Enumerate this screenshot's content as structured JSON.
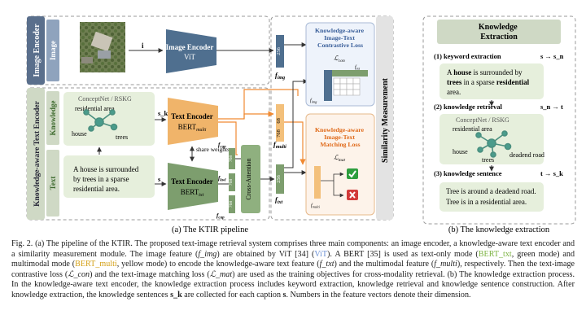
{
  "figure": {
    "left_panel": {
      "image_encoder_band": "Image Encoder",
      "image_row_label": "Image",
      "image_symbol": "i",
      "image_encoder_title": "Image Encoder",
      "image_encoder_sub": "ViT",
      "ka_text_encoder_band": "Knowledge-aware Text Encoder",
      "knowledge_row_label": "Knowledge",
      "text_row_label": "Text",
      "kg_source": "ConceptNet / RSKG",
      "kg_node_residential": "residential area",
      "kg_node_house": "house",
      "kg_node_trees": "trees",
      "knowledge_symbol": "s_k ⊕ s",
      "text_symbol": "s",
      "caption_text": "A house is surrounded by trees in a sparse residential area.",
      "multi_encoder_title": "Text Encoder",
      "multi_encoder_sub": "BERT",
      "multi_encoder_sub_idx": "multi",
      "share_weights": "share weights",
      "txt_encoder_title": "Text Encoder",
      "txt_encoder_sub": "BERT",
      "txt_encoder_sub_idx": "txt",
      "cross_attention": "Cross-Attention",
      "f_img": "f",
      "f_img_idx": "img",
      "f_multi": "f",
      "f_multi_idx": "multi",
      "f_txt": "f",
      "f_txt_idx": "txt",
      "f_cap": "f",
      "f_cap_idx": "cap",
      "f_kwl": "f",
      "f_kwl_idx": "kwl",
      "dim_256": "256",
      "dim_768": "768",
      "itc_title": "Knowledge-aware Image-Text Contrastive Loss",
      "itc_loss": "ℒ",
      "itc_loss_idx": "con",
      "itc_ftxt": "f",
      "itc_ftxt_idx": "txt",
      "itc_fimg": "f",
      "itc_fimg_idx": "img",
      "itm_title": "Knowledge-aware Image-Text Matching Loss",
      "itm_loss": "ℒ",
      "itm_loss_idx": "mat",
      "itm_fmulti": "f",
      "itm_fmulti_idx": "multi",
      "similarity_label": "Similarity Measurement",
      "subcaption": "(a) The KTIR pipeline"
    },
    "right_panel": {
      "title": "Knowledge Extraction",
      "step1": "(1) keyword extraction",
      "step1_map": "s → s_n",
      "step1_text_a": "A ",
      "step1_text_b": "house",
      "step1_text_c": " is surrounded by ",
      "step1_text_d": "trees",
      "step1_text_e": " in a sparse ",
      "step1_text_f": "residential",
      "step1_text_g": " area.",
      "step2": "(2) knowledge retrieval",
      "step2_map": "s_n → t",
      "kg_source": "ConceptNet / RSKG",
      "kg_residential": "residential area",
      "kg_house": "house",
      "kg_trees": "trees",
      "kg_deadend": "deadend road",
      "step3": "(3) knowledge sentence",
      "step3_map": "t → s_k",
      "step3_text": "Tree is around a deadend road. Tree is in a residential area.",
      "subcaption": "(b) The knowledge extraction"
    },
    "caption": {
      "p1": "Fig. 2.  (a) The pipeline of the KTIR. The proposed text-image retrieval system comprises three main components: an image encoder, a knowledge-aware text encoder and a similarity measurement module. The image feature (",
      "p1_fimg": "f_img",
      "p2": ") are obtained by ViT [34] (",
      "p2_vit": "ViT",
      "p3": "). A BERT [35] is used as text-only mode (",
      "p3_berttxt": "BERT_txt",
      "p4": ", green mode) and multimodal mode (",
      "p4_bertmulti": "BERT_multi",
      "p5": ", yellow mode) to encode the knowledge-aware text feature (",
      "p5_ftxt": "f_txt",
      "p6": ") and the multimodal feature (",
      "p6_fmulti": "f_multi",
      "p7": "), respectively. Then the text-image contrastive loss (",
      "p7_lcon": "ℒ_con",
      "p8": ") and the text-image matching loss (",
      "p8_lmat": "ℒ_mat",
      "p9": ") are used as the training objectives for cross-modality retrieval. (b) The knowledge extraction process. In the knowledge-aware text encoder, the knowledge extraction process includes keyword extraction, knowledge retrieval and knowledge sentence construction. After knowledge extraction, the knowledge sentences ",
      "p9_sk": "s_k",
      "p10": " are collected for each caption ",
      "p10_s": "s",
      "p11": ". Numbers in the feature vectors denote their dimension."
    },
    "colors": {
      "image_band": "#5a6f8c",
      "text_band": "#cfd9c5",
      "image_encoder": "#4f6f8f",
      "multi_encoder": "#f0b46a",
      "txt_encoder": "#7d9e6e",
      "green_panel": "#e6efdc",
      "orange_line": "#f08a33",
      "similarity_bg": "#e3e3e3"
    }
  }
}
